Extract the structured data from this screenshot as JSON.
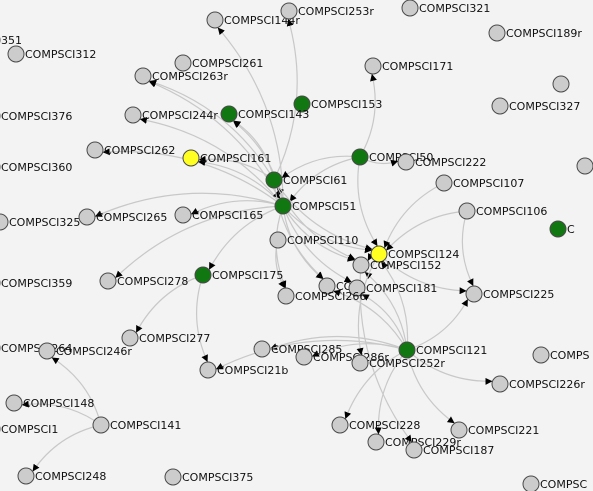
{
  "colors": {
    "background": "#f3f3f3",
    "default_node": "#cccccc",
    "highlight_node": "#ffff22",
    "prerequisite_node": "#117711",
    "edge": "#c8c8c8",
    "arrow": "#000000"
  },
  "nodes": [
    {
      "id": "n_351",
      "label": "351",
      "status": "default"
    },
    {
      "id": "n_312",
      "label": "COMPSCI312",
      "status": "default"
    },
    {
      "id": "n_144r",
      "label": "COMPSCI144r",
      "status": "default"
    },
    {
      "id": "n_253r",
      "label": "COMPSCI253r",
      "status": "default"
    },
    {
      "id": "n_321",
      "label": "COMPSCI321",
      "status": "default"
    },
    {
      "id": "n_189r",
      "label": "COMPSCI189r",
      "status": "default"
    },
    {
      "id": "n_171",
      "label": "COMPSCI171",
      "status": "default"
    },
    {
      "id": "n_261",
      "label": "COMPSCI261",
      "status": "default"
    },
    {
      "id": "n_263r",
      "label": "COMPSCI263r",
      "status": "default"
    },
    {
      "id": "n_153",
      "label": "COMPSCI153",
      "status": "prereq"
    },
    {
      "id": "n_327",
      "label": "COMPSCI327",
      "status": "default"
    },
    {
      "id": "n_376",
      "label": "COMPSCI376",
      "status": "default"
    },
    {
      "id": "n_244r",
      "label": "COMPSCI244r",
      "status": "default"
    },
    {
      "id": "n_143",
      "label": "COMPSCI143",
      "status": "prereq"
    },
    {
      "id": "n_262",
      "label": "COMPSCI262",
      "status": "default"
    },
    {
      "id": "n_161",
      "label": "COMPSCI161",
      "status": "highlight"
    },
    {
      "id": "n_50",
      "label": "COMPSCI50",
      "status": "prereq"
    },
    {
      "id": "n_222",
      "label": "COMPSCI222",
      "status": "default"
    },
    {
      "id": "n_360",
      "label": "COMPSCI360",
      "status": "default"
    },
    {
      "id": "n_61",
      "label": "COMPSCI61",
      "status": "prereq"
    },
    {
      "id": "n_107",
      "label": "COMPSCI107",
      "status": "default"
    },
    {
      "id": "n_51",
      "label": "COMPSCI51",
      "status": "prereq"
    },
    {
      "id": "n_106",
      "label": "COMPSCI106",
      "status": "default"
    },
    {
      "id": "n_325",
      "label": "COMPSCI325",
      "status": "default"
    },
    {
      "id": "n_265",
      "label": "COMPSCI265",
      "status": "default"
    },
    {
      "id": "n_165",
      "label": "COMPSCI165",
      "status": "default"
    },
    {
      "id": "n_110",
      "label": "COMPSCI110",
      "status": "default"
    },
    {
      "id": "n_124",
      "label": "COMPSCI124",
      "status": "highlight"
    },
    {
      "id": "n_152",
      "label": "COMPSCI152",
      "status": "default"
    },
    {
      "id": "n_359",
      "label": "COMPSCI359",
      "status": "default"
    },
    {
      "id": "n_278",
      "label": "COMPSCI278",
      "status": "default"
    },
    {
      "id": "n_175",
      "label": "COMPSCI175",
      "status": "prereq"
    },
    {
      "id": "n_co",
      "label": "CO",
      "status": "default"
    },
    {
      "id": "n_181",
      "label": "COMPSCI181",
      "status": "default"
    },
    {
      "id": "n_266",
      "label": "COMPSCI266",
      "status": "default"
    },
    {
      "id": "n_225",
      "label": "COMPSCI225",
      "status": "default"
    },
    {
      "id": "n_277",
      "label": "COMPSCI277",
      "status": "default"
    },
    {
      "id": "n_264",
      "label": "COMPSCI264",
      "status": "default"
    },
    {
      "id": "n_246r",
      "label": "COMPSCI246r",
      "status": "default"
    },
    {
      "id": "n_285",
      "label": "COMPSCI285",
      "status": "default"
    },
    {
      "id": "n_286r",
      "label": "COMPSCI286r",
      "status": "default"
    },
    {
      "id": "n_121",
      "label": "COMPSCI121",
      "status": "prereq"
    },
    {
      "id": "n_252r",
      "label": "COMPSCI252r",
      "status": "default"
    },
    {
      "id": "n_21b",
      "label": "COMPSCI21b",
      "status": "default"
    },
    {
      "id": "n_226r",
      "label": "COMPSCI226r",
      "status": "default"
    },
    {
      "id": "n_148",
      "label": "COMPSCI148",
      "status": "default"
    },
    {
      "id": "n_141",
      "label": "COMPSCI141",
      "status": "default"
    },
    {
      "id": "n_1",
      "label": "COMPSCI1",
      "status": "default"
    },
    {
      "id": "n_228",
      "label": "COMPSCI228",
      "status": "default"
    },
    {
      "id": "n_221",
      "label": "COMPSCI221",
      "status": "default"
    },
    {
      "id": "n_229r",
      "label": "COMPSCI229r",
      "status": "default"
    },
    {
      "id": "n_187",
      "label": "COMPSCI187",
      "status": "default"
    },
    {
      "id": "n_248",
      "label": "COMPSCI248",
      "status": "default"
    },
    {
      "id": "n_375",
      "label": "COMPSCI375",
      "status": "default"
    },
    {
      "id": "n_c_r1",
      "label": "C",
      "status": "prereq"
    },
    {
      "id": "n_comps_r",
      "label": "COMPS",
      "status": "default"
    },
    {
      "id": "n_compsc_r",
      "label": "COMPSC",
      "status": "default"
    },
    {
      "id": "n_re1",
      "label": "",
      "status": "default"
    },
    {
      "id": "n_re2",
      "label": "",
      "status": "default"
    }
  ],
  "edges": [
    [
      "n_51",
      "n_144r"
    ],
    [
      "n_61",
      "n_253r"
    ],
    [
      "n_50",
      "n_171"
    ],
    [
      "n_51",
      "n_263r"
    ],
    [
      "n_61",
      "n_263r"
    ],
    [
      "n_51",
      "n_244r"
    ],
    [
      "n_51",
      "n_143"
    ],
    [
      "n_61",
      "n_143"
    ],
    [
      "n_51",
      "n_262"
    ],
    [
      "n_51",
      "n_161"
    ],
    [
      "n_61",
      "n_161"
    ],
    [
      "n_50",
      "n_222"
    ],
    [
      "n_51",
      "n_61"
    ],
    [
      "n_50",
      "n_61"
    ],
    [
      "n_50",
      "n_51"
    ],
    [
      "n_61",
      "n_51"
    ],
    [
      "n_51",
      "n_265"
    ],
    [
      "n_51",
      "n_165"
    ],
    [
      "n_51",
      "n_124"
    ],
    [
      "n_61",
      "n_124"
    ],
    [
      "n_50",
      "n_124"
    ],
    [
      "n_107",
      "n_124"
    ],
    [
      "n_106",
      "n_124"
    ],
    [
      "n_51",
      "n_152"
    ],
    [
      "n_61",
      "n_152"
    ],
    [
      "n_51",
      "n_181"
    ],
    [
      "n_51",
      "n_278"
    ],
    [
      "n_51",
      "n_175"
    ],
    [
      "n_110",
      "n_266"
    ],
    [
      "n_51",
      "n_co"
    ],
    [
      "n_121",
      "n_co"
    ],
    [
      "n_124",
      "n_225"
    ],
    [
      "n_121",
      "n_225"
    ],
    [
      "n_106",
      "n_225"
    ],
    [
      "n_175",
      "n_277"
    ],
    [
      "n_175",
      "n_21b"
    ],
    [
      "n_121",
      "n_285"
    ],
    [
      "n_121",
      "n_286r"
    ],
    [
      "n_121",
      "n_152"
    ],
    [
      "n_121",
      "n_181"
    ],
    [
      "n_121",
      "n_124"
    ],
    [
      "n_121",
      "n_228"
    ],
    [
      "n_121",
      "n_221"
    ],
    [
      "n_121",
      "n_229r"
    ],
    [
      "n_121",
      "n_226r"
    ],
    [
      "n_141",
      "n_246r"
    ],
    [
      "n_141",
      "n_148"
    ],
    [
      "n_141",
      "n_248"
    ],
    [
      "n_152",
      "n_187"
    ],
    [
      "n_124",
      "n_252r"
    ],
    [
      "n_51",
      "n_266"
    ],
    [
      "n_61",
      "n_co"
    ],
    [
      "n_124",
      "n_152"
    ],
    [
      "n_121",
      "n_21b"
    ]
  ]
}
